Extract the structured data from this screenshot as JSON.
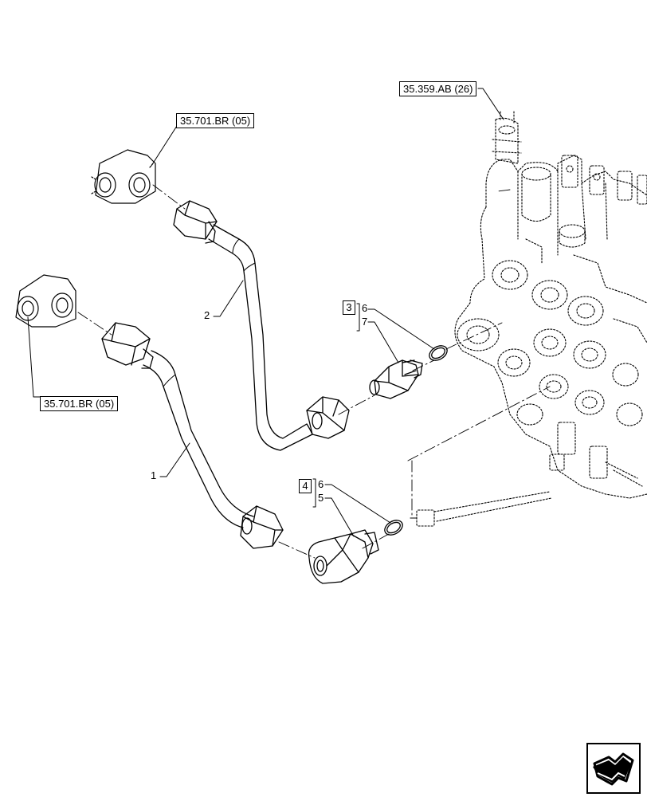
{
  "references": {
    "ref_top_left": "35.701.BR (05)",
    "ref_left": "35.701.BR (05)",
    "ref_top_right": "35.359.AB (26)"
  },
  "callouts": {
    "item_1": "1",
    "item_2": "2",
    "group_a_box": "3",
    "group_a_first": "6",
    "group_a_second": "7",
    "group_b_box": "4",
    "group_b_first": "6",
    "group_b_second": "5"
  },
  "icons": {
    "navigation": "next-page-arrow-icon"
  }
}
